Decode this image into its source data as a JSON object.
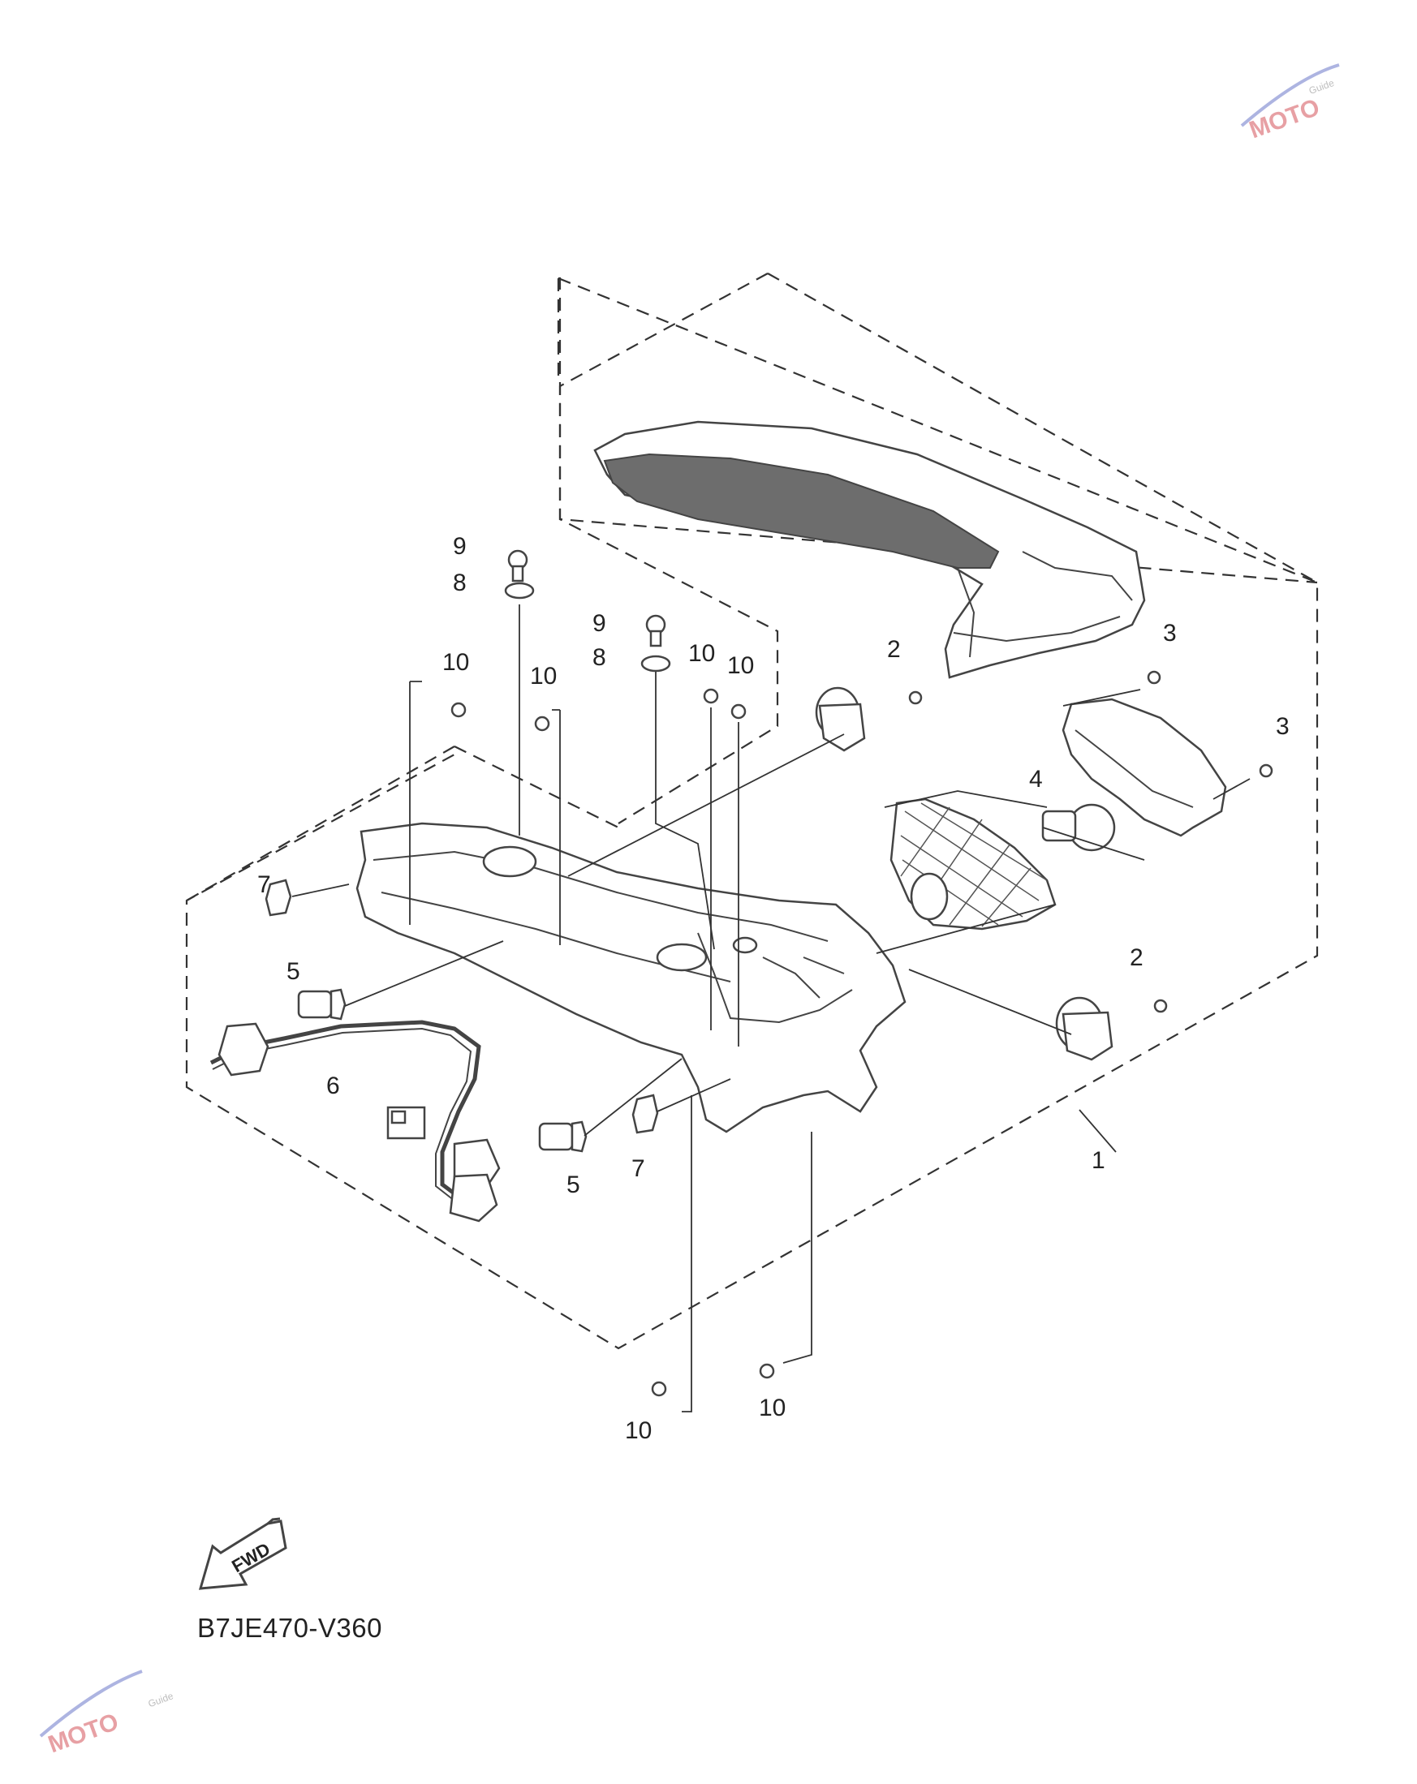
{
  "callouts": [
    {
      "id": "c-9a",
      "text": "9"
    },
    {
      "id": "c-8a",
      "text": "8"
    },
    {
      "id": "c-9b",
      "text": "9"
    },
    {
      "id": "c-8b",
      "text": "8"
    },
    {
      "id": "c-10a",
      "text": "10"
    },
    {
      "id": "c-10b",
      "text": "10"
    },
    {
      "id": "c-10c",
      "text": "10"
    },
    {
      "id": "c-10d",
      "text": "10"
    },
    {
      "id": "c-2a",
      "text": "2"
    },
    {
      "id": "c-3a",
      "text": "3"
    },
    {
      "id": "c-3b",
      "text": "3"
    },
    {
      "id": "c-4",
      "text": "4"
    },
    {
      "id": "c-7a",
      "text": "7"
    },
    {
      "id": "c-5a",
      "text": "5"
    },
    {
      "id": "c-6",
      "text": "6"
    },
    {
      "id": "c-2b",
      "text": "2"
    },
    {
      "id": "c-1",
      "text": "1"
    },
    {
      "id": "c-7b",
      "text": "7"
    },
    {
      "id": "c-5b",
      "text": "5"
    },
    {
      "id": "c-10e",
      "text": "10"
    },
    {
      "id": "c-10f",
      "text": "10"
    }
  ],
  "fwd_label": "FWD",
  "diagram_code": "B7JE470-V360",
  "watermark_text": "MOTO",
  "watermark_sub": "Guide"
}
